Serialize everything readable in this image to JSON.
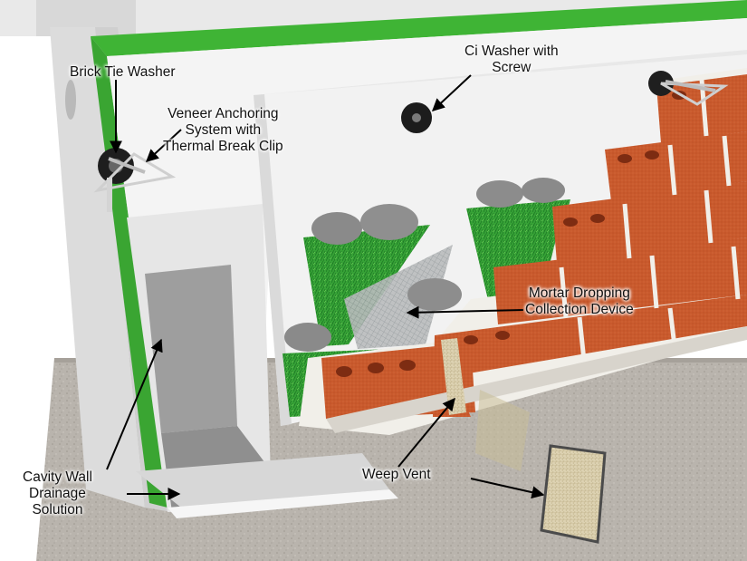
{
  "labels": {
    "brick_tie_washer": [
      "Brick Tie Washer"
    ],
    "veneer_anchoring": [
      "Veneer Anchoring",
      "System with",
      "Thermal Break Clip"
    ],
    "ci_washer": [
      "Ci Washer with",
      "Screw"
    ],
    "mortar_dropping": [
      "Mortar Dropping",
      "Collection Device"
    ],
    "cavity_wall": [
      "Cavity Wall",
      "Drainage",
      "Solution"
    ],
    "weep_vent": [
      "Weep Vent"
    ]
  },
  "colors": {
    "brick": "#c8582b",
    "mortar": "#f2f0ea",
    "green_board": "#3fb435",
    "insulation": "#f4f4f4",
    "sheathing": "#e2e2e2",
    "membrane": "#9c9c9c",
    "ground": "#b8b3ab",
    "mesh_green": "#3d9a3c",
    "mortar_blob": "#8c8c8c",
    "weep_vent": "#e0d6b8"
  }
}
